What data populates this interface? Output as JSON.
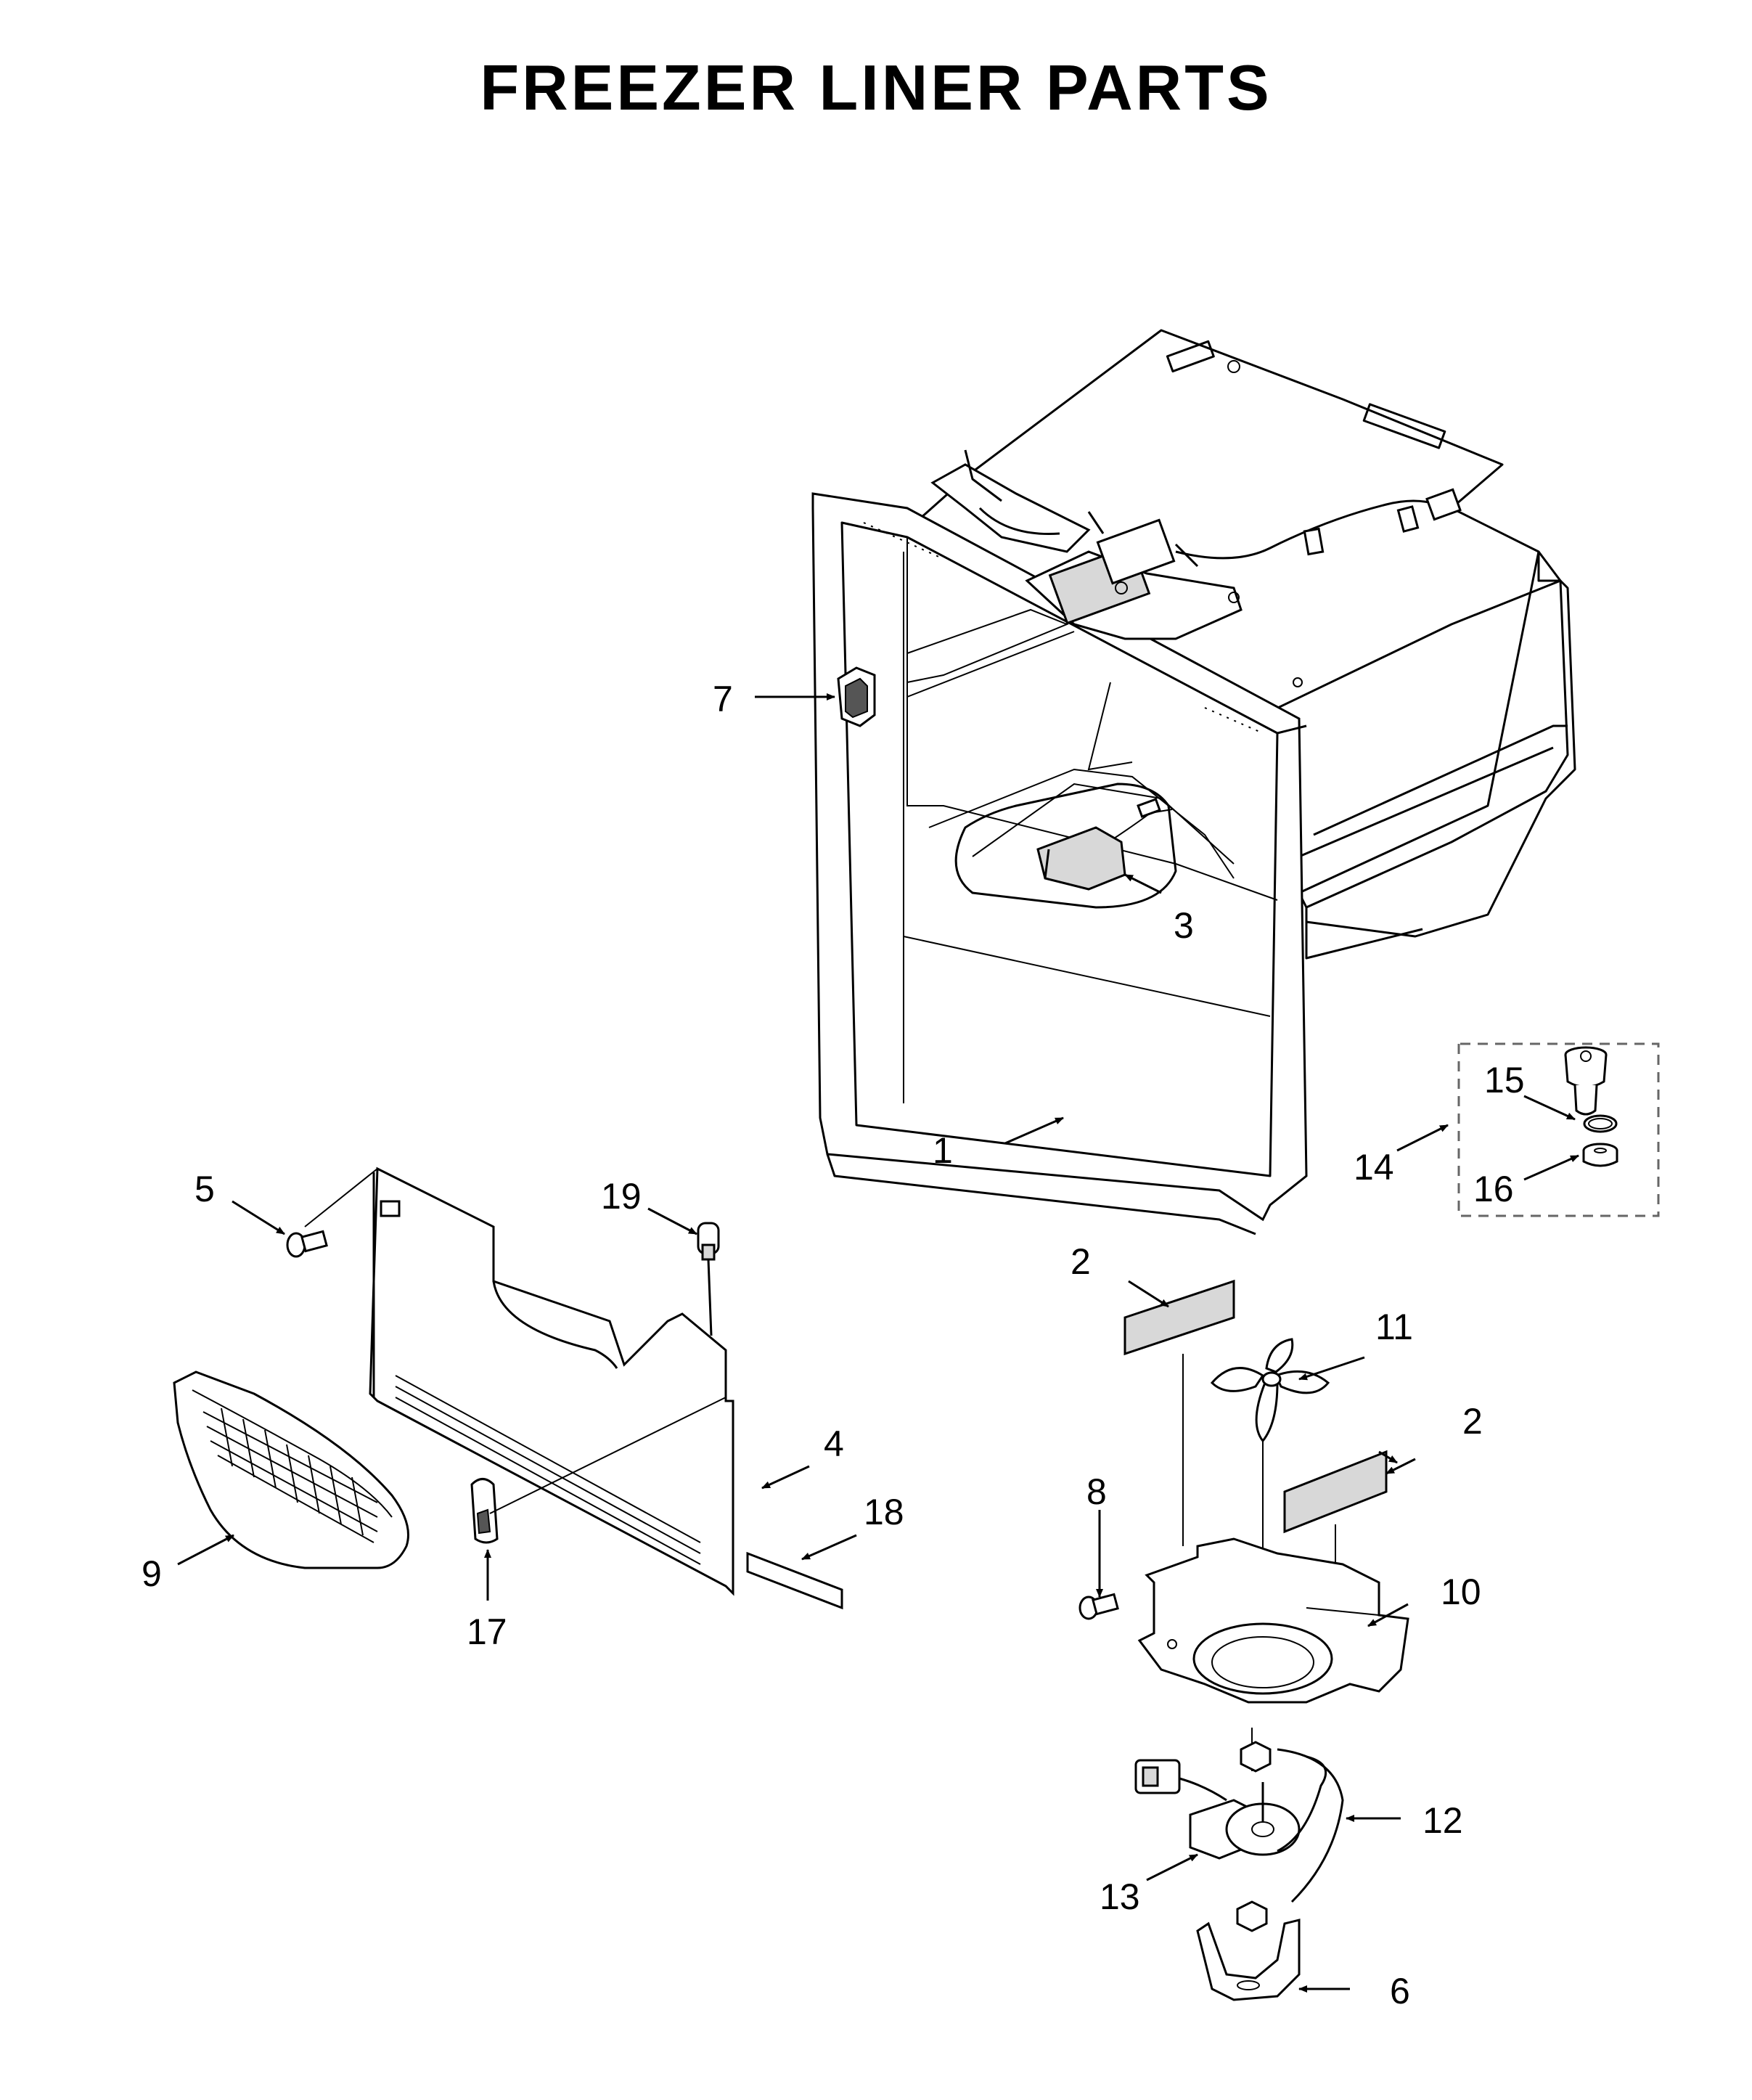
{
  "title": "FREEZER LINER PARTS",
  "callouts": {
    "c1": "1",
    "c2a": "2",
    "c2b": "2",
    "c3": "3",
    "c4": "4",
    "c5": "5",
    "c6": "6",
    "c7": "7",
    "c8": "8",
    "c9": "9",
    "c10": "10",
    "c11": "11",
    "c12": "12",
    "c13": "13",
    "c14": "14",
    "c15": "15",
    "c16": "16",
    "c17": "17",
    "c18": "18",
    "c19": "19"
  }
}
